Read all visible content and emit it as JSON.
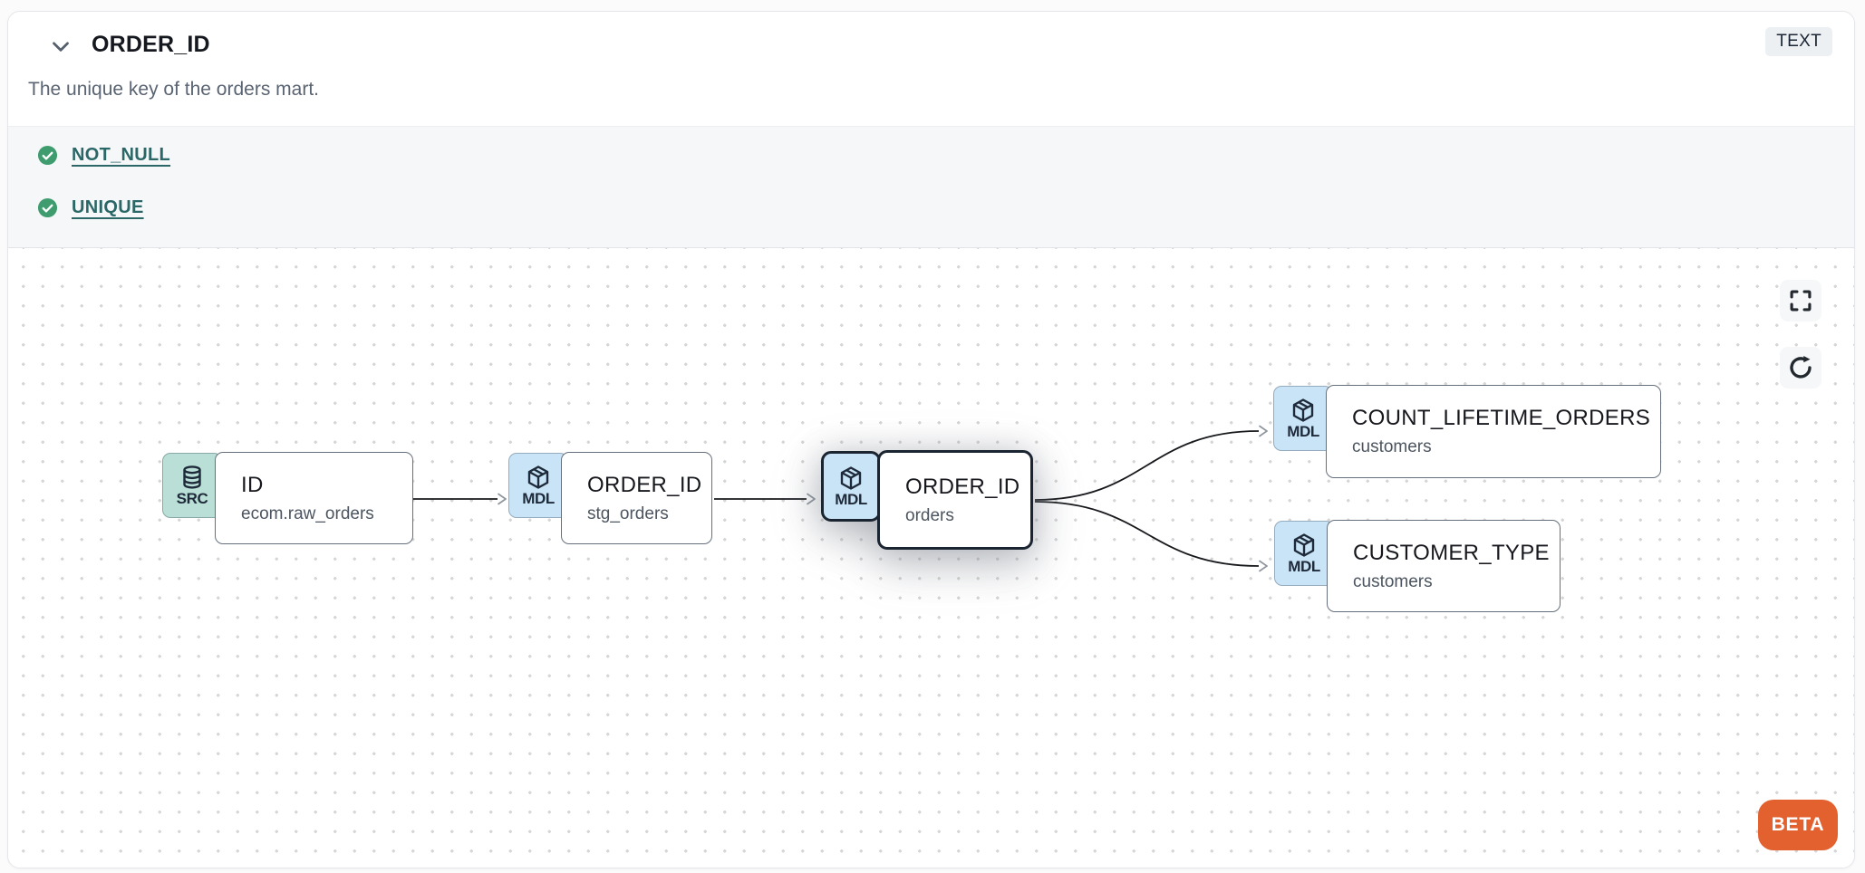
{
  "header": {
    "title": "ORDER_ID",
    "type_badge": "TEXT",
    "description": "The unique key of the orders mart."
  },
  "tests": [
    {
      "label": "NOT_NULL",
      "status": "pass"
    },
    {
      "label": "UNIQUE",
      "status": "pass"
    }
  ],
  "lineage": {
    "nodes": [
      {
        "id": "source",
        "badge": "SRC",
        "icon": "database-icon",
        "title": "ID",
        "subtitle": "ecom.raw_orders",
        "selected": false
      },
      {
        "id": "staging",
        "badge": "MDL",
        "icon": "cube-icon",
        "title": "ORDER_ID",
        "subtitle": "stg_orders",
        "selected": false
      },
      {
        "id": "orders",
        "badge": "MDL",
        "icon": "cube-icon",
        "title": "ORDER_ID",
        "subtitle": "orders",
        "selected": true
      },
      {
        "id": "count",
        "badge": "MDL",
        "icon": "cube-icon",
        "title": "COUNT_LIFETIME_ORDERS",
        "subtitle": "customers",
        "selected": false
      },
      {
        "id": "ctype",
        "badge": "MDL",
        "icon": "cube-icon",
        "title": "CUSTOMER_TYPE",
        "subtitle": "customers",
        "selected": false
      }
    ],
    "edges": [
      {
        "from": "ID (ecom.raw_orders)",
        "to": "ORDER_ID (stg_orders)"
      },
      {
        "from": "ORDER_ID (stg_orders)",
        "to": "ORDER_ID (orders)"
      },
      {
        "from": "ORDER_ID (orders)",
        "to": "COUNT_LIFETIME_ORDERS (customers)"
      },
      {
        "from": "ORDER_ID (orders)",
        "to": "CUSTOMER_TYPE (customers)"
      }
    ],
    "controls": {
      "fullscreen_icon": "maximize",
      "refresh_icon": "rotate-cw"
    },
    "beta_label": "BETA"
  },
  "colors": {
    "accent_orange": "#e2612f",
    "badge_blue": "#c9e4f7",
    "badge_teal": "#b9dfd6",
    "test_green": "#3e9c6e",
    "link_teal": "#2c6767",
    "node_border": "#66707c",
    "selected_border": "#1b2531",
    "tests_bg": "#f6f7f9"
  }
}
